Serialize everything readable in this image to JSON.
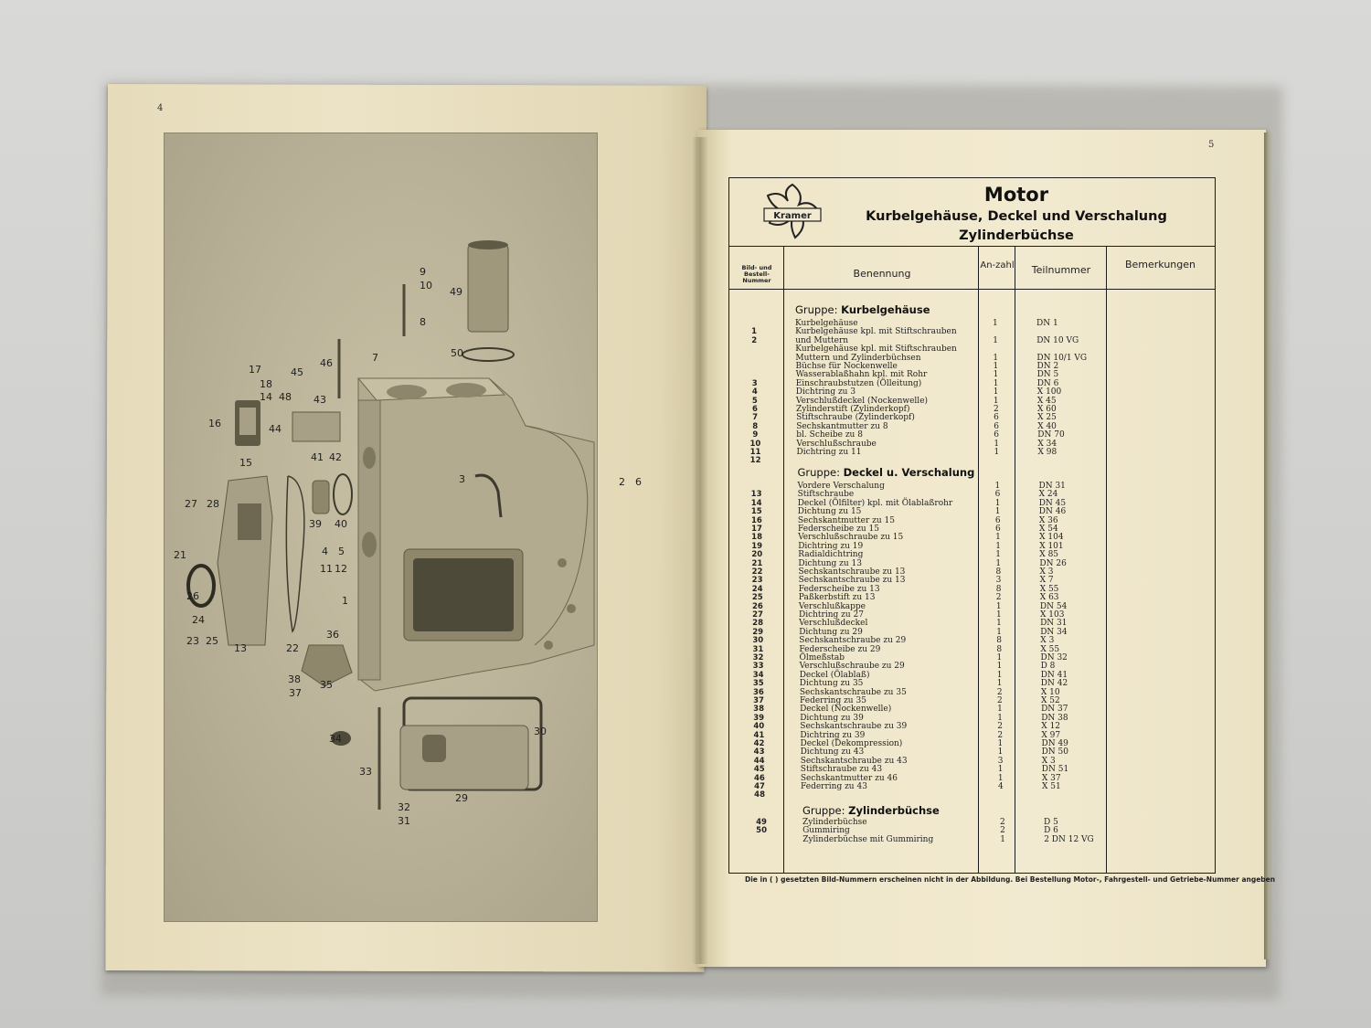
{
  "left_page": {
    "page_number": "4",
    "callouts": [
      "9",
      "10",
      "8",
      "49",
      "50",
      "7",
      "46",
      "45",
      "17",
      "18",
      "14",
      "48",
      "43",
      "16",
      "44",
      "15",
      "41",
      "42",
      "3",
      "2",
      "6",
      "27",
      "28",
      "39",
      "40",
      "21",
      "4",
      "5",
      "11",
      "12",
      "1",
      "26",
      "24",
      "23",
      "25",
      "13",
      "22",
      "36",
      "38",
      "35",
      "37",
      "34",
      "30",
      "33",
      "29",
      "32",
      "31"
    ]
  },
  "right_page": {
    "page_number": "5",
    "logo_text": "Kramer",
    "title": "Motor",
    "subtitle1": "Kurbelgehäuse, Deckel und Verschalung",
    "subtitle2": "Zylinderbüchse",
    "columns": {
      "bild": "Bild- und Bestell-Nummer",
      "benennung": "Benennung",
      "anzahl": "An-zahl",
      "teilnummer": "Teilnummer",
      "bemerkungen": "Bemerkungen"
    },
    "groups": [
      {
        "label": "Gruppe:",
        "name": "Kurbelgehäuse",
        "rows": [
          [
            "",
            "Kurbelgehäuse",
            "1",
            "DN 1"
          ],
          [
            "1",
            "Kurbelgehäuse kpl. mit Stiftschrauben",
            "",
            ""
          ],
          [
            "2",
            "und Muttern",
            "1",
            "DN 10 VG"
          ],
          [
            "",
            "Kurbelgehäuse kpl. mit Stiftschrauben",
            "",
            ""
          ],
          [
            "",
            "Muttern und Zylinderbüchsen",
            "1",
            "DN 10/1 VG"
          ],
          [
            "",
            "Büchse für Nockenwelle",
            "1",
            "DN 2"
          ],
          [
            "",
            "Wasserablaßhahn kpl. mit Rohr",
            "1",
            "DN 5"
          ],
          [
            "3",
            "Einschraubstutzen (Ölleitung)",
            "1",
            "DN 6"
          ],
          [
            "4",
            "Dichtring zu 3",
            "1",
            "X 100"
          ],
          [
            "5",
            "Verschlußdeckel (Nockenwelle)",
            "1",
            "X 45"
          ],
          [
            "6",
            "Zylinderstift (Zylinderkopf)",
            "2",
            "X 60"
          ],
          [
            "7",
            "Stiftschraube (Zylinderkopf)",
            "6",
            "X 25"
          ],
          [
            "8",
            "Sechskantmutter zu 8",
            "6",
            "X 40"
          ],
          [
            "9",
            "bl. Scheibe zu 8",
            "6",
            "DN 70"
          ],
          [
            "10",
            "Verschlußschraube",
            "1",
            "X 34"
          ],
          [
            "11",
            "Dichtring zu 11",
            "1",
            "X 98"
          ],
          [
            "12",
            "",
            "",
            ""
          ]
        ]
      },
      {
        "label": "Gruppe:",
        "name": "Deckel u. Verschalung",
        "rows": [
          [
            "",
            "Vordere Verschalung",
            "1",
            "DN 31"
          ],
          [
            "13",
            "Stiftschraube",
            "6",
            "X 24"
          ],
          [
            "14",
            "Deckel (Ölfilter) kpl. mit Ölablaßrohr",
            "1",
            "DN 45"
          ],
          [
            "15",
            "Dichtung zu 15",
            "1",
            "DN 46"
          ],
          [
            "16",
            "Sechskantmutter zu 15",
            "6",
            "X 36"
          ],
          [
            "17",
            "Federscheibe zu 15",
            "6",
            "X 54"
          ],
          [
            "18",
            "Verschlußschraube zu 15",
            "1",
            "X 104"
          ],
          [
            "19",
            "Dichtring zu 19",
            "1",
            "X 101"
          ],
          [
            "20",
            "Radialdichtring",
            "1",
            "X 85"
          ],
          [
            "21",
            "Dichtung zu 13",
            "1",
            "DN 26"
          ],
          [
            "22",
            "Sechskantschraube zu 13",
            "8",
            "X 3"
          ],
          [
            "23",
            "Sechskantschraube zu 13",
            "3",
            "X 7"
          ],
          [
            "24",
            "Federscheibe zu 13",
            "8",
            "X 55"
          ],
          [
            "25",
            "Paßkerbstift zu 13",
            "2",
            "X 63"
          ],
          [
            "26",
            "Verschlußkappe",
            "1",
            "DN 54"
          ],
          [
            "27",
            "Dichtring zu 27",
            "1",
            "X 103"
          ],
          [
            "28",
            "Verschlußdeckel",
            "1",
            "DN 31"
          ],
          [
            "29",
            "Dichtung zu 29",
            "1",
            "DN 34"
          ],
          [
            "30",
            "Sechskantschraube zu 29",
            "8",
            "X 3"
          ],
          [
            "31",
            "Federscheibe zu 29",
            "8",
            "X 55"
          ],
          [
            "32",
            "Ölmeßstab",
            "1",
            "DN 32"
          ],
          [
            "33",
            "Verschlußschraube zu 29",
            "1",
            "D 8"
          ],
          [
            "34",
            "Deckel (Ölablaß)",
            "1",
            "DN 41"
          ],
          [
            "35",
            "Dichtung zu 35",
            "1",
            "DN 42"
          ],
          [
            "36",
            "Sechskantschraube zu 35",
            "2",
            "X 10"
          ],
          [
            "37",
            "Federring zu 35",
            "2",
            "X 52"
          ],
          [
            "38",
            "Deckel (Nockenwelle)",
            "1",
            "DN 37"
          ],
          [
            "39",
            "Dichtung zu 39",
            "1",
            "DN 38"
          ],
          [
            "40",
            "Sechskantschraube zu 39",
            "2",
            "X 12"
          ],
          [
            "41",
            "Dichtring zu 39",
            "2",
            "X 97"
          ],
          [
            "42",
            "Deckel (Dekompression)",
            "1",
            "DN 49"
          ],
          [
            "43",
            "Dichtung zu 43",
            "1",
            "DN 50"
          ],
          [
            "44",
            "Sechskantschraube zu 43",
            "3",
            "X 3"
          ],
          [
            "45",
            "Stiftschraube zu 43",
            "1",
            "DN 51"
          ],
          [
            "46",
            "Sechskantmutter zu 46",
            "1",
            "X 37"
          ],
          [
            "47",
            "Federring zu 43",
            "4",
            "X 51"
          ],
          [
            "48",
            "",
            "",
            ""
          ]
        ]
      },
      {
        "label": "Gruppe:",
        "name": "Zylinderbüchse",
        "rows": [
          [
            "49",
            "Zylinderbüchse",
            "2",
            "D 5"
          ],
          [
            "50",
            "Gummiring",
            "2",
            "D 6"
          ],
          [
            "",
            "Zylinderbüchse mit Gummiring",
            "1",
            "2 DN 12 VG"
          ]
        ]
      }
    ],
    "footnote": "Die in ( ) gesetzten Bild-Nummern erscheinen nicht in der Abbildung. Bei Bestellung Motor-, Fahrgestell- und Getriebe-Nummer angeben"
  }
}
